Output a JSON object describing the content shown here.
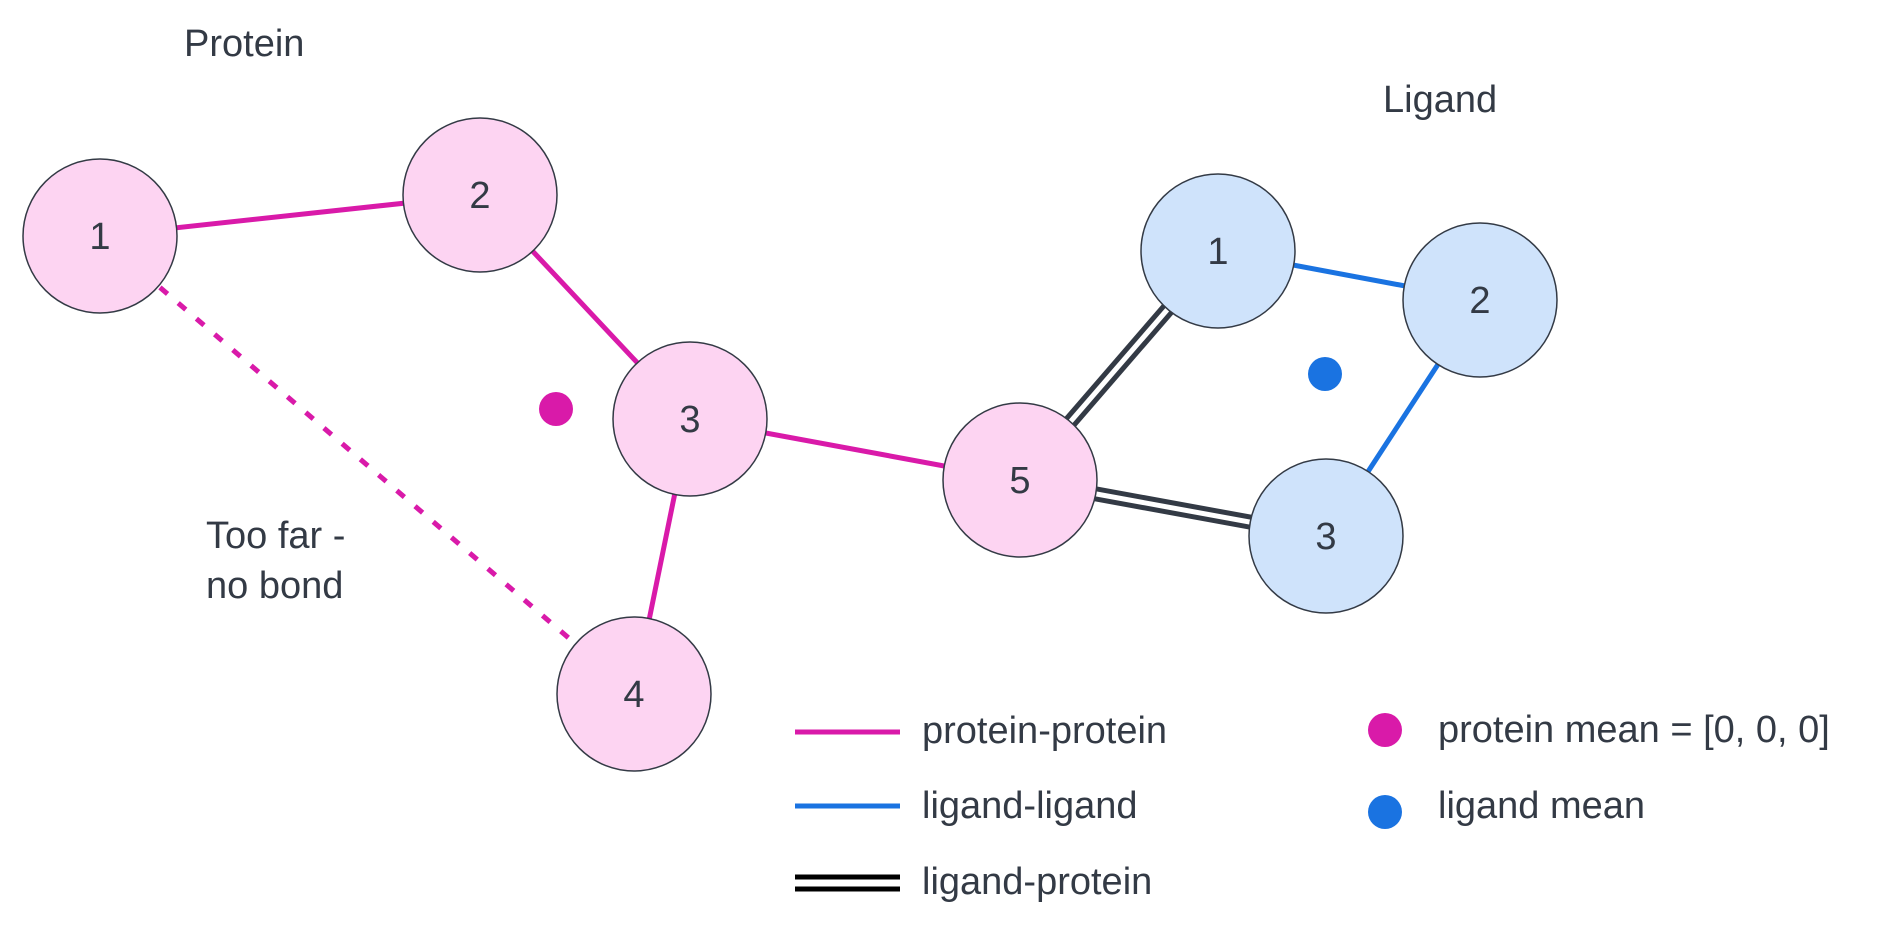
{
  "titles": {
    "protein": "Protein",
    "ligand": "Ligand"
  },
  "annotation": {
    "line1": "Too far -",
    "line2": "no bond"
  },
  "colors": {
    "protein_fill": "#fdd4f2",
    "ligand_fill": "#cfe3fb",
    "node_stroke": "#333a45",
    "protein_bond": "#d91aa9",
    "ligand_bond": "#1a73e1",
    "ligand_protein_bond": "#333a45",
    "text": "#333a45"
  },
  "protein_nodes": [
    {
      "id": "p1",
      "label": "1"
    },
    {
      "id": "p2",
      "label": "2"
    },
    {
      "id": "p3",
      "label": "3"
    },
    {
      "id": "p4",
      "label": "4"
    },
    {
      "id": "p5",
      "label": "5"
    }
  ],
  "ligand_nodes": [
    {
      "id": "l1",
      "label": "1"
    },
    {
      "id": "l2",
      "label": "2"
    },
    {
      "id": "l3",
      "label": "3"
    }
  ],
  "edges": [
    {
      "from": "p1",
      "to": "p2",
      "type": "protein-protein"
    },
    {
      "from": "p2",
      "to": "p3",
      "type": "protein-protein"
    },
    {
      "from": "p3",
      "to": "p4",
      "type": "protein-protein"
    },
    {
      "from": "p3",
      "to": "p5",
      "type": "protein-protein"
    },
    {
      "from": "p1",
      "to": "p4",
      "type": "no-bond"
    },
    {
      "from": "l1",
      "to": "l2",
      "type": "ligand-ligand"
    },
    {
      "from": "l2",
      "to": "l3",
      "type": "ligand-ligand"
    },
    {
      "from": "p5",
      "to": "l1",
      "type": "ligand-protein"
    },
    {
      "from": "p5",
      "to": "l3",
      "type": "ligand-protein"
    }
  ],
  "legend": {
    "protein_protein": "protein-protein",
    "ligand_ligand": "ligand-ligand",
    "ligand_protein": "ligand-protein",
    "protein_mean": "protein mean = [0, 0, 0]",
    "ligand_mean": "ligand mean"
  }
}
